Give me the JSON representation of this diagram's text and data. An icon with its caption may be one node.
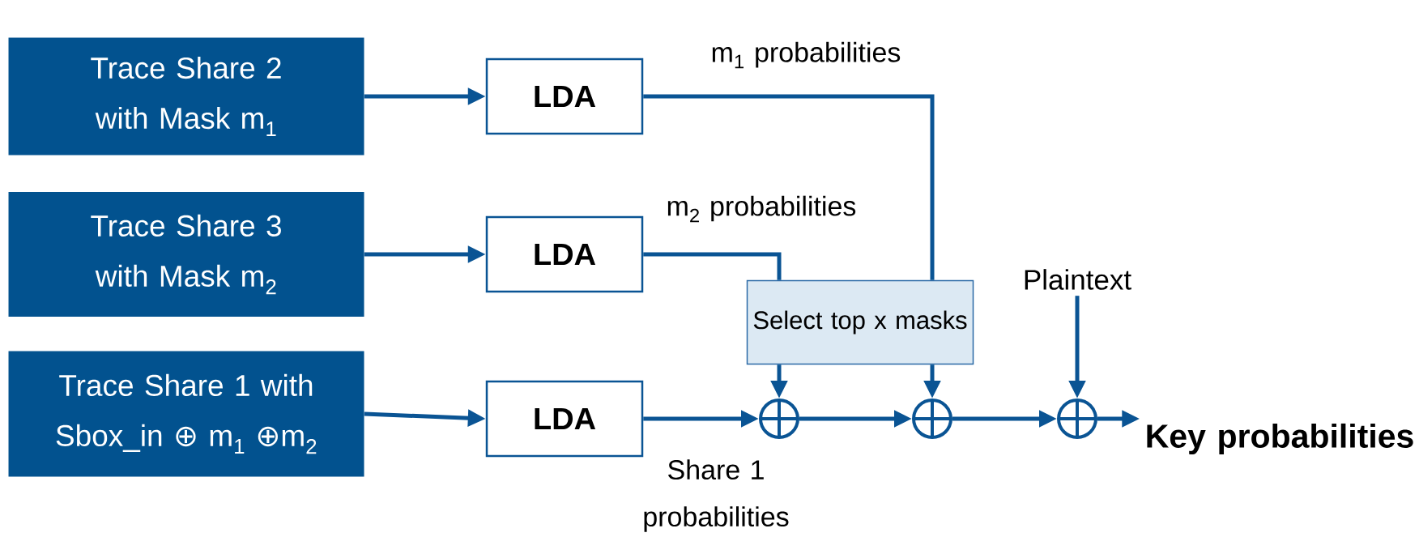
{
  "diagram": {
    "nodes": [
      {
        "text": [
          "Trace Share 2 with Mask m$_{1}$"
        ]
      },
      {
        "text": [
          "Trace Share 3 with Mask m$_{2}$"
        ]
      },
      {
        "text": [
          "Trace Share 1 with Sbox_in ⊕ m$_{1}$ ⊕m$_{2}$"
        ]
      },
      {
        "text": [
          "LDA"
        ]
      },
      {
        "text": [
          "LDA"
        ]
      },
      {
        "text": [
          "LDA"
        ]
      },
      {
        "text": [
          "Select top x masks"
        ]
      },
      {
        "text": [],
        "shape": "circle"
      },
      {
        "text": [],
        "shape": "circle"
      },
      {
        "text": [],
        "shape": "circle"
      },
      {
        "text": [
          "Plaintext"
        ]
      },
      {
        "text": [
          "Key probabilities"
        ]
      }
    ],
    "edges": [
      {
        "from": 0,
        "to": 3,
        "arrow": "to"
      },
      {
        "from": 1,
        "to": 4,
        "arrow": "to"
      },
      {
        "from": 2,
        "to": 5,
        "arrow": "to"
      },
      {
        "from": 3,
        "to": 6,
        "arrow": "none",
        "label": "m$_{1}$ probabilities"
      },
      {
        "from": 4,
        "to": 6,
        "arrow": "none",
        "label": "m$_{2}$ probabilities"
      },
      {
        "from": 5,
        "to": 7,
        "arrow": "to",
        "label": "Share 1 probabilities"
      },
      {
        "from": 6,
        "to": 7,
        "arrow": "to"
      },
      {
        "from": 6,
        "to": 8,
        "arrow": "to"
      },
      {
        "from": 7,
        "to": 8,
        "arrow": "to"
      },
      {
        "from": 8,
        "to": 9,
        "arrow": "to"
      },
      {
        "from": 10,
        "to": 9,
        "arrow": "to"
      },
      {
        "from": 9,
        "to": 11,
        "arrow": "to"
      }
    ]
  }
}
